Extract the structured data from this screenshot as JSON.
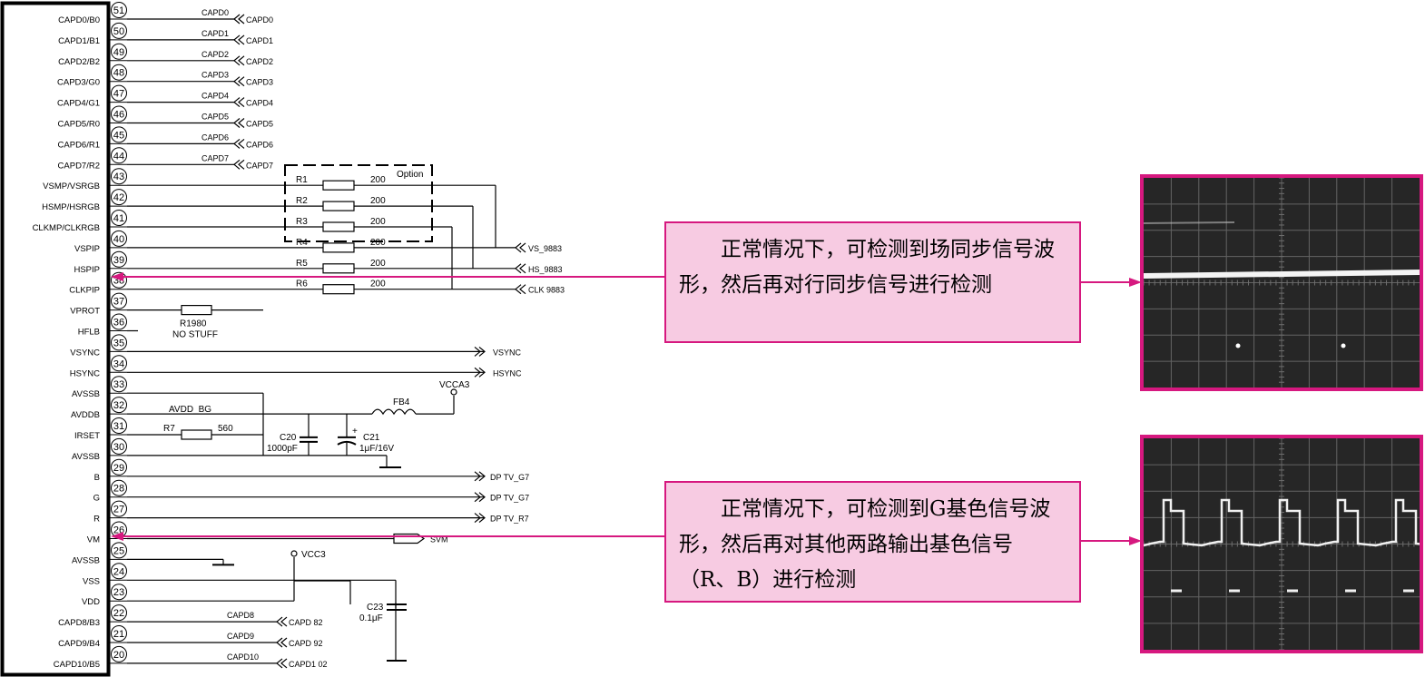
{
  "ic_pins": [
    {
      "num": "51",
      "name": "CAPD0/B0"
    },
    {
      "num": "50",
      "name": "CAPD1/B1"
    },
    {
      "num": "49",
      "name": "CAPD2/B2"
    },
    {
      "num": "48",
      "name": "CAPD3/G0"
    },
    {
      "num": "47",
      "name": "CAPD4/G1"
    },
    {
      "num": "46",
      "name": "CAPD5/R0"
    },
    {
      "num": "45",
      "name": "CAPD6/R1"
    },
    {
      "num": "44",
      "name": "CAPD7/R2"
    },
    {
      "num": "43",
      "name": "VSMP/VSRGB"
    },
    {
      "num": "42",
      "name": "HSMP/HSRGB"
    },
    {
      "num": "41",
      "name": "CLKMP/CLKRGB"
    },
    {
      "num": "40",
      "name": "VSPIP"
    },
    {
      "num": "39",
      "name": "HSPIP"
    },
    {
      "num": "38",
      "name": "CLKPIP"
    },
    {
      "num": "37",
      "name": "VPROT"
    },
    {
      "num": "36",
      "name": "HFLB"
    },
    {
      "num": "35",
      "name": "VSYNC"
    },
    {
      "num": "34",
      "name": "HSYNC"
    },
    {
      "num": "33",
      "name": "AVSSB"
    },
    {
      "num": "32",
      "name": "AVDDB"
    },
    {
      "num": "31",
      "name": "IRSET"
    },
    {
      "num": "30",
      "name": "AVSSB"
    },
    {
      "num": "29",
      "name": "B"
    },
    {
      "num": "28",
      "name": "G"
    },
    {
      "num": "27",
      "name": "R"
    },
    {
      "num": "26",
      "name": "VM"
    },
    {
      "num": "25",
      "name": "AVSSB"
    },
    {
      "num": "24",
      "name": "VSS"
    },
    {
      "num": "23",
      "name": "VDD"
    },
    {
      "num": "22",
      "name": "CAPD8/B3"
    },
    {
      "num": "21",
      "name": "CAPD9/B4"
    },
    {
      "num": "20",
      "name": "CAPD10/B5"
    }
  ],
  "capd_nets": [
    {
      "wire": "CAPD0",
      "port": "CAPD0"
    },
    {
      "wire": "CAPD1",
      "port": "CAPD1"
    },
    {
      "wire": "CAPD2",
      "port": "CAPD2"
    },
    {
      "wire": "CAPD3",
      "port": "CAPD3"
    },
    {
      "wire": "CAPD4",
      "port": "CAPD4"
    },
    {
      "wire": "CAPD5",
      "port": "CAPD5"
    },
    {
      "wire": "CAPD6",
      "port": "CAPD6"
    },
    {
      "wire": "CAPD7",
      "port": "CAPD7"
    }
  ],
  "capd_nets_bottom": [
    {
      "wire": "CAPD8",
      "port": "CAPD 82"
    },
    {
      "wire": "CAPD9",
      "port": "CAPD 92"
    },
    {
      "wire": "CAPD10",
      "port": "CAPD1 02"
    }
  ],
  "resistors": [
    {
      "ref": "R1",
      "value": "200"
    },
    {
      "ref": "R2",
      "value": "200"
    },
    {
      "ref": "R3",
      "value": "200"
    },
    {
      "ref": "R4",
      "value": "200"
    },
    {
      "ref": "R5",
      "value": "200"
    },
    {
      "ref": "R6",
      "value": "200"
    }
  ],
  "option_label": "Option",
  "sync_ports": [
    "VS_9883",
    "HS_9883",
    "CLK 9883"
  ],
  "r1980": {
    "ref": "R1980",
    "note": "NO STUFF"
  },
  "out_ports": {
    "vsync": "VSYNC",
    "hsync": "HSYNC",
    "b": "DP TV_G7",
    "g": "DP TV_G7",
    "r": "DP TV_R7",
    "svm": "SVM"
  },
  "power": {
    "vcca3": "VCCA3",
    "fb4": "FB4",
    "avdd_bg": "AVDD_BG",
    "r7": "R7",
    "r7_val": "560",
    "c20": "C20",
    "c20_val": "1000pF",
    "c21": "C21",
    "c21_val": "1μF/16V",
    "plus": "+",
    "vcc3": "VCC3",
    "c23": "C23",
    "c23_val": "0.1μF"
  },
  "callouts": [
    {
      "text": "正常情况下，可检测到场同步信号波形，然后再对行同步信号进行检测"
    },
    {
      "text": "正常情况下，可检测到G基色信号波形，然后再对其他两路输出基色信号（R、B）进行检测"
    }
  ],
  "colors": {
    "accent": "#d6187f",
    "callout_fill": "#f7cbe2",
    "scope_bg": "#1d1d1d"
  }
}
